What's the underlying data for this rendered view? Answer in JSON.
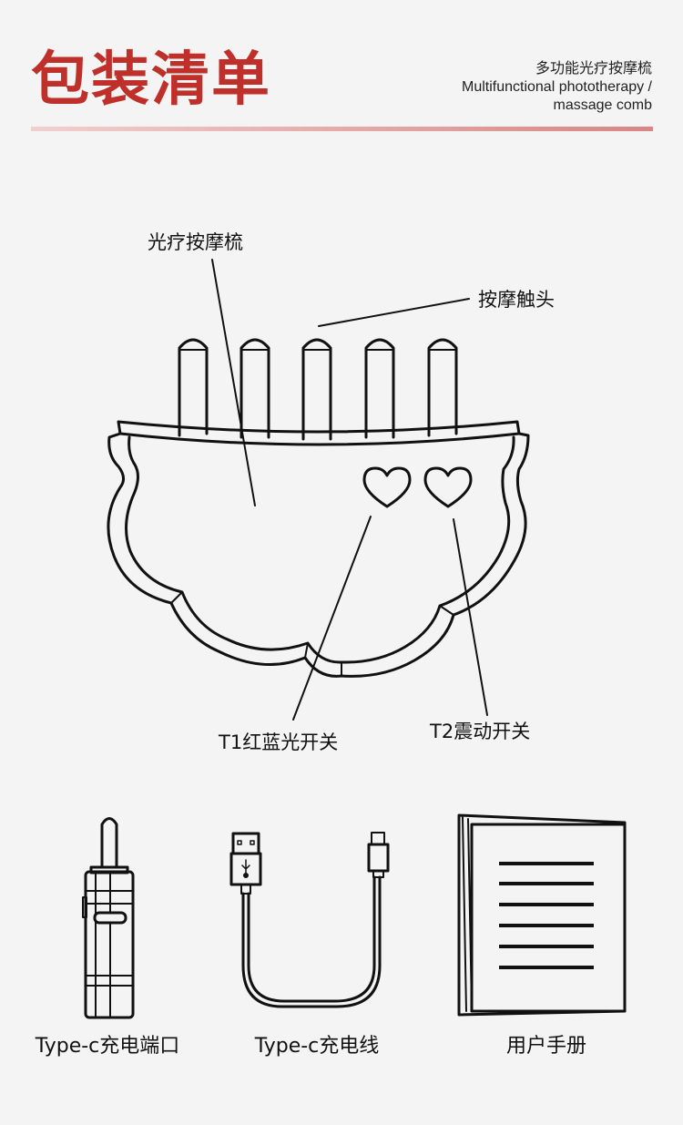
{
  "header": {
    "title": "包装清单",
    "subtitle_cn": "多功能光疗按摩梳",
    "subtitle_en_line1": "Multifunctional phototherapy /",
    "subtitle_en_line2": "massage comb"
  },
  "diagram": {
    "label_comb": "光疗按摩梳",
    "label_tips": "按摩触头",
    "label_t1": "T1红蓝光开关",
    "label_t2": "T2震动开关"
  },
  "items": [
    {
      "label": "Type-c充电端口"
    },
    {
      "label": "Type-c充电线"
    },
    {
      "label": "用户手册"
    }
  ],
  "colors": {
    "accent": "#c0302b",
    "background": "#f4f4f4"
  }
}
